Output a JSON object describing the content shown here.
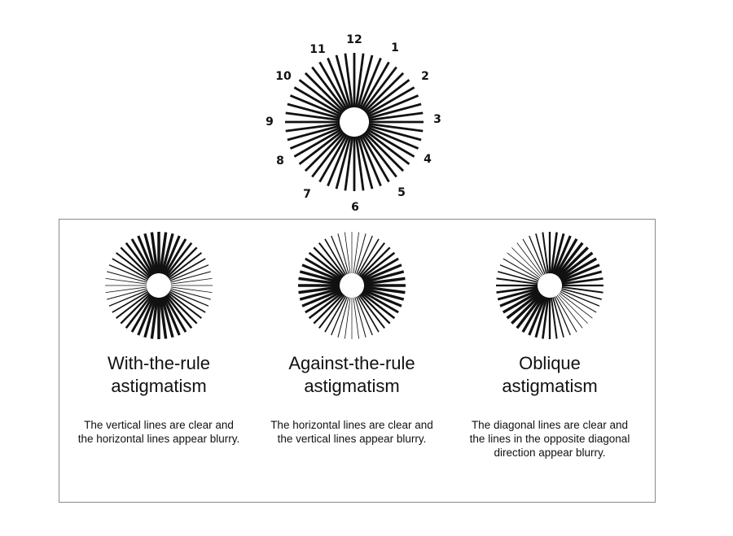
{
  "clock_dial": {
    "numbers": [
      "12",
      "1",
      "2",
      "3",
      "4",
      "5",
      "6",
      "7",
      "8",
      "9",
      "10",
      "11"
    ],
    "spoke_count": 48
  },
  "astigmatism_types": [
    {
      "title_line1": "With-the-rule",
      "title_line2": "astigmatism",
      "description": "The vertical lines are clear and the horizontal lines appear blurry.",
      "sharp_axis": "vertical"
    },
    {
      "title_line1": "Against-the-rule",
      "title_line2": "astigmatism",
      "description": "The horizontal lines are clear and the vertical lines appear blurry.",
      "sharp_axis": "horizontal"
    },
    {
      "title_line1": "Oblique",
      "title_line2": "astigmatism",
      "description": "The diagonal lines are clear and the lines in the opposite diagonal direction appear blurry.",
      "sharp_axis": "diagonal"
    }
  ],
  "colors": {
    "line": "#111111",
    "panel_border": "#8a8a8a",
    "background": "#ffffff"
  }
}
